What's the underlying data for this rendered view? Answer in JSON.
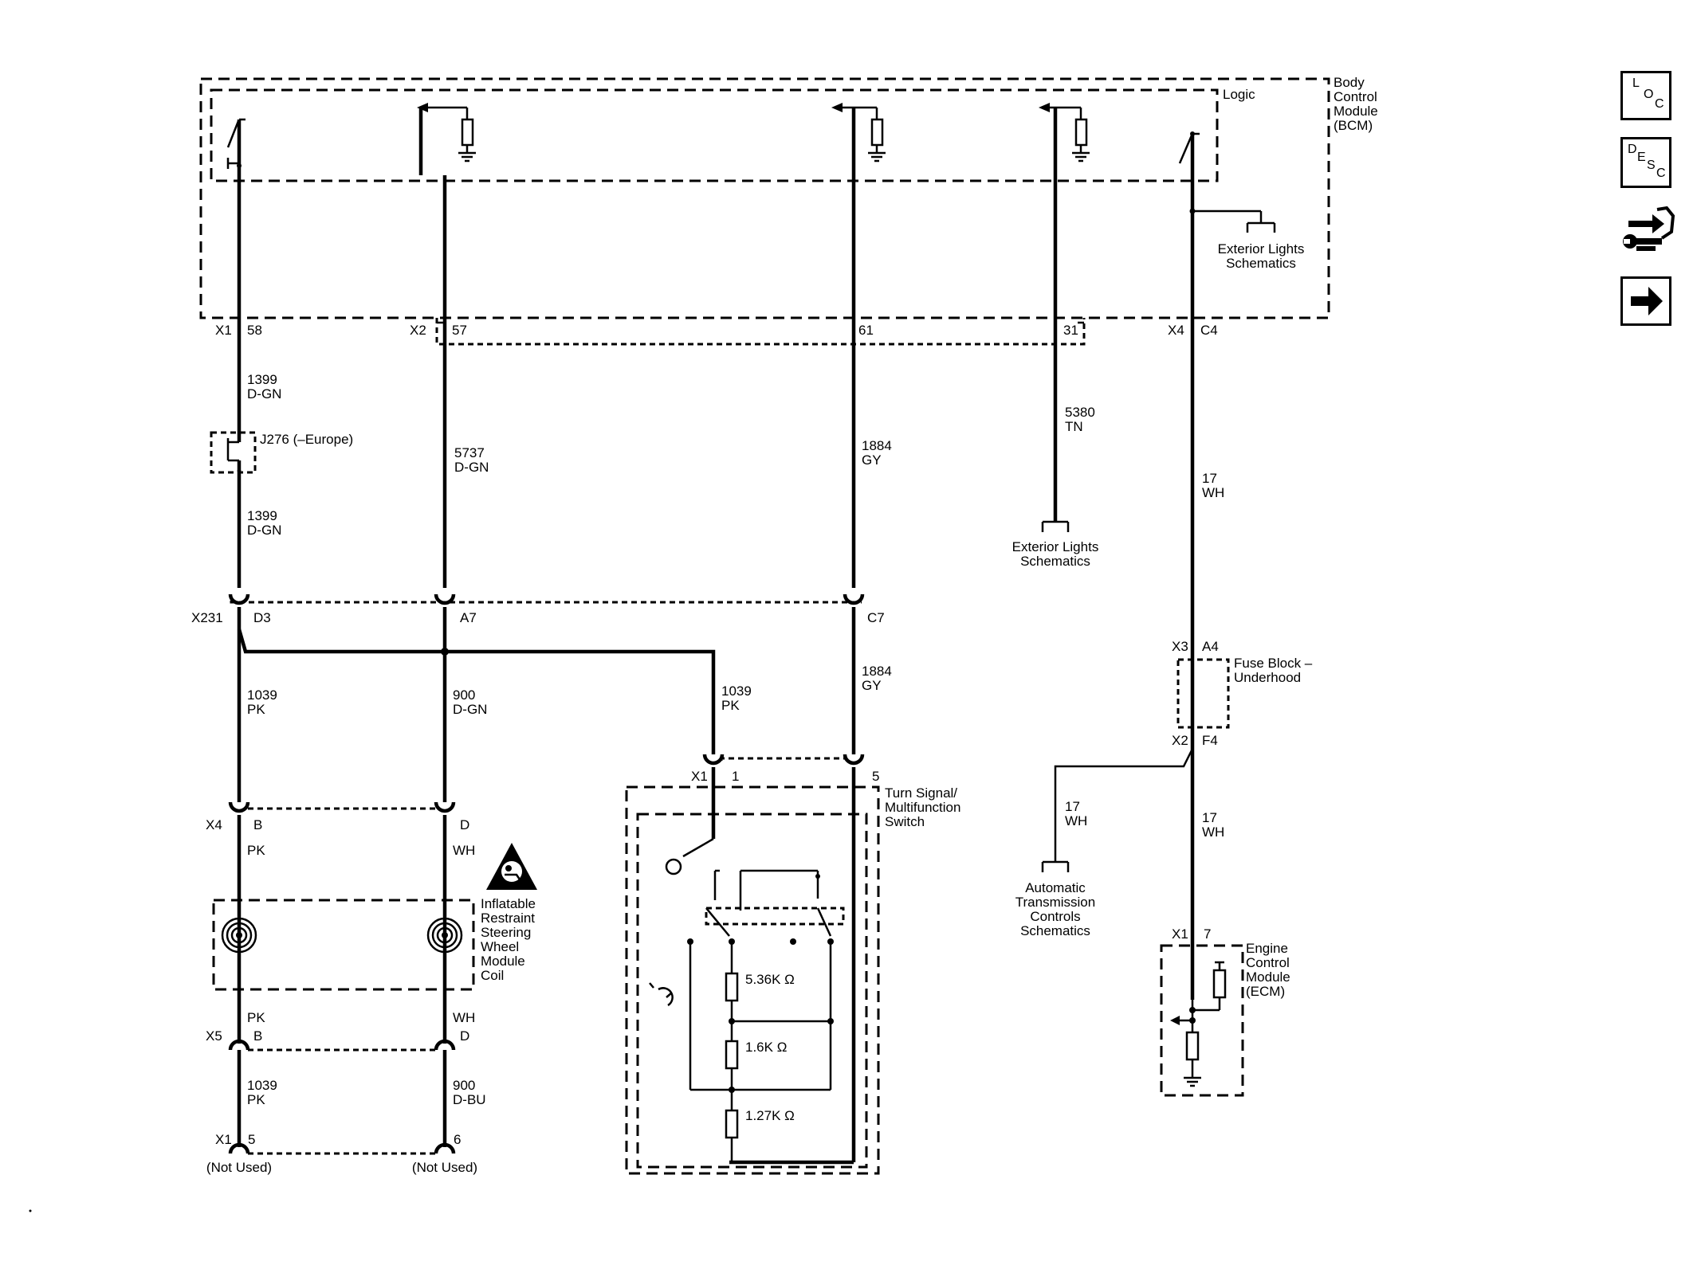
{
  "bcm": {
    "label_lines": [
      "Body",
      "Control",
      "Module",
      "(BCM)"
    ],
    "logic_label": "Logic"
  },
  "connectors": {
    "bcm_x1": "X1",
    "bcm_x1_pin": "58",
    "bcm_x2": "X2",
    "bcm_x2_pin_a": "57",
    "bcm_x2_pin_b": "61",
    "bcm_x2_pin_c": "31",
    "bcm_x4": "X4",
    "bcm_x4_pin": "C4",
    "x231": "X231",
    "x231_pin_a": "D3",
    "x231_pin_b": "A7",
    "x231_pin_c": "C7",
    "x4": "X4",
    "x4_pin_a": "B",
    "x4_pin_b": "D",
    "x5": "X5",
    "x5_pin_a": "B",
    "x5_pin_b": "D",
    "x1_bottom": "X1",
    "x1_bottom_pin_a": "5",
    "x1_bottom_pin_b": "6",
    "tss_x1": "X1",
    "tss_pin_a": "1",
    "tss_pin_b": "5",
    "fuse_x3": "X3",
    "fuse_x3_pin": "A4",
    "fuse_x2": "X2",
    "fuse_x2_pin": "F4",
    "ecm_x1": "X1",
    "ecm_pin": "7"
  },
  "wires": {
    "w1_circuit": "1399",
    "w1_color": "D-GN",
    "w1b_circuit": "1399",
    "w1b_color": "D-GN",
    "w2_circuit": "5737",
    "w2_color": "D-GN",
    "w3_circuit": "1884",
    "w3_color": "GY",
    "w4_circuit": "5380",
    "w4_color": "TN",
    "w5_circuit": "17",
    "w5_color": "WH",
    "w6_circuit": "1039",
    "w6_color": "PK",
    "w7_circuit": "900",
    "w7_color": "D-GN",
    "w8_circuit": "1039",
    "w8_color": "PK",
    "w9_circuit": "1884",
    "w9_color": "GY",
    "w10_color": "PK",
    "w11_color": "WH",
    "w12_color": "PK",
    "w13_color": "WH",
    "w14_circuit": "1039",
    "w14_color": "PK",
    "w15_circuit": "900",
    "w15_color": "D-BU",
    "w16_circuit": "17",
    "w16_color": "WH",
    "w17_circuit": "17",
    "w17_color": "WH"
  },
  "components": {
    "j276": "J276 (–Europe)",
    "ext_lights_1": [
      "Exterior Lights",
      "Schematics"
    ],
    "ext_lights_2": [
      "Exterior Lights",
      "Schematics"
    ],
    "fuse_block": [
      "Fuse Block –",
      "Underhood"
    ],
    "turn_signal": [
      "Turn Signal/",
      "Multifunction",
      "Switch"
    ],
    "airbag_coil": [
      "Inflatable",
      "Restraint",
      "Steering",
      "Wheel",
      "Module",
      "Coil"
    ],
    "auto_trans": [
      "Automatic",
      "Transmission",
      "Controls",
      "Schematics"
    ],
    "ecm": [
      "Engine",
      "Control",
      "Module",
      "(ECM)"
    ],
    "r1": "5.36K Ω",
    "r2": "1.6K Ω",
    "r3": "1.27K Ω",
    "not_used_1": "(Not Used)",
    "not_used_2": "(Not Used)"
  },
  "nav": {
    "loc_letters": [
      "L",
      "O",
      "C"
    ],
    "desc_letters": [
      "D",
      "E",
      "S",
      "C"
    ]
  }
}
